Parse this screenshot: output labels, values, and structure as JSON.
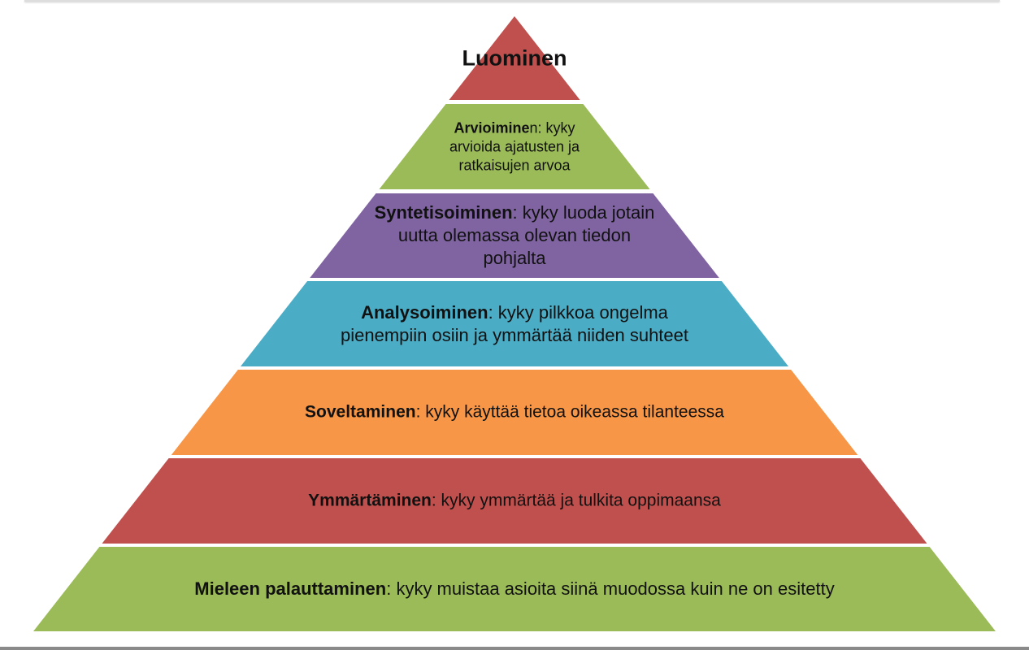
{
  "colors": {
    "red": "#C0504D",
    "green": "#9BBB59",
    "purple": "#8064A2",
    "blue": "#4BACC6",
    "orange": "#F79646"
  },
  "layers": [
    {
      "bold": "Luominen",
      "rest": "",
      "color": "#C0504D"
    },
    {
      "bold": "Arvioimine",
      "rest": "n: kyky arvioida ajatusten ja ratkaisujen arvoa",
      "color": "#9BBB59"
    },
    {
      "bold": "Syntetisoiminen",
      "rest": ": kyky luoda jotain uutta olemassa olevan tiedon pohjalta",
      "color": "#8064A2"
    },
    {
      "bold": "Analysoiminen",
      "rest": ": kyky pilkkoa ongelma pienempiin osiin ja ymmärtää niiden suhteet",
      "color": "#4BACC6"
    },
    {
      "bold": "Soveltaminen",
      "rest": ": kyky käyttää tietoa oikeassa tilanteessa",
      "color": "#F79646"
    },
    {
      "bold": "Ymmärtäminen",
      "rest": ": kyky ymmärtää ja tulkita oppimaansa",
      "color": "#C0504D"
    },
    {
      "bold": "Mieleen palauttaminen",
      "rest": ": kyky muistaa asioita siinä muodossa kuin ne on esitetty",
      "color": "#9BBB59"
    }
  ]
}
